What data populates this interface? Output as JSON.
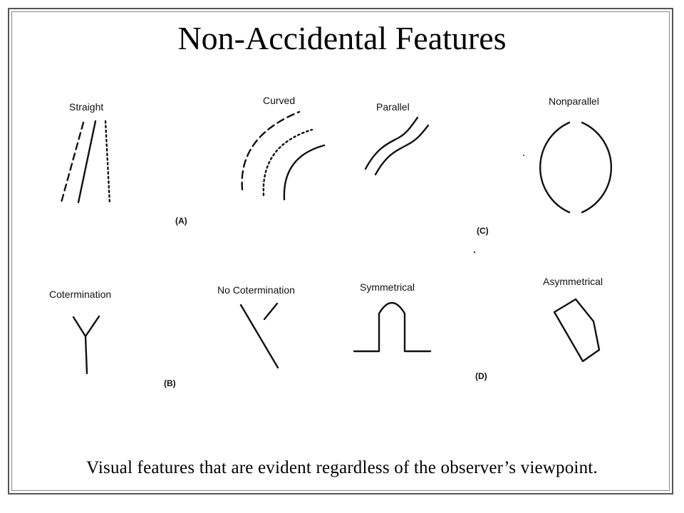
{
  "slide": {
    "title": "Non-Accidental Features",
    "caption": "Visual features that are evident regardless of the observer’s viewpoint."
  },
  "diagram": {
    "labels": {
      "straight": "Straight",
      "curved": "Curved",
      "parallel": "Parallel",
      "nonparallel": "Nonparallel",
      "cotermination": "Cotermination",
      "no_cotermination": "No Cotermination",
      "symmetrical": "Symmetrical",
      "asymmetrical": "Asymmetrical"
    },
    "panels": {
      "a": "(A)",
      "b": "(B)",
      "c": "(C)",
      "d": "(D)"
    }
  },
  "colors": {
    "ink": "#111111",
    "background": "#ffffff"
  }
}
